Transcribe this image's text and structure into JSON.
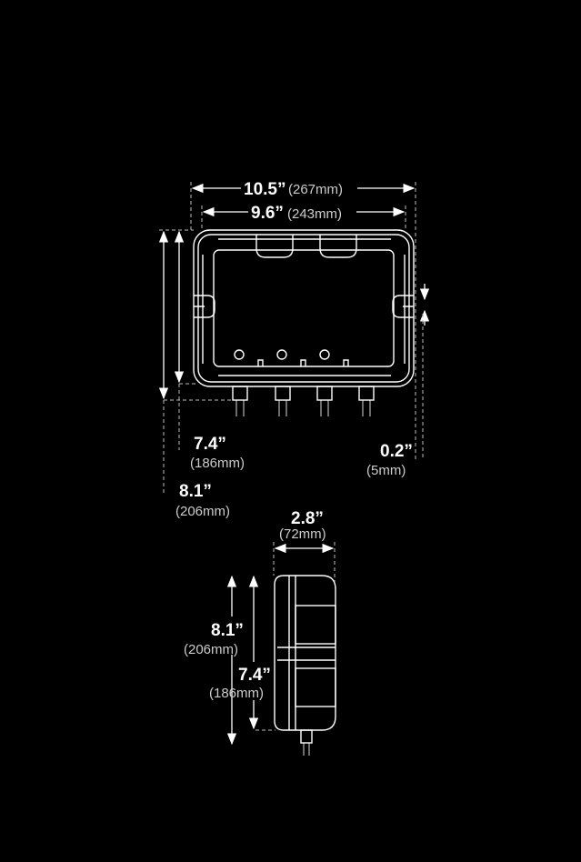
{
  "front_view": {
    "overall_width": {
      "inches": "10.5”",
      "mm": "(267mm)"
    },
    "mount_width": {
      "inches": "9.6”",
      "mm": "(243mm)"
    },
    "mount_height": {
      "inches": "7.4”",
      "mm": "(186mm)"
    },
    "overall_height": {
      "inches": "8.1”",
      "mm": "(206mm)"
    },
    "slot_width": {
      "inches": "0.2”",
      "mm": "(5mm)"
    }
  },
  "side_view": {
    "depth": {
      "inches": "2.8”",
      "mm": "(72mm)"
    },
    "overall_height": {
      "inches": "8.1”",
      "mm": "(206mm)"
    },
    "mount_height": {
      "inches": "7.4”",
      "mm": "(186mm)"
    }
  },
  "colors": {
    "background": "#000000",
    "lines": "#ffffff"
  }
}
